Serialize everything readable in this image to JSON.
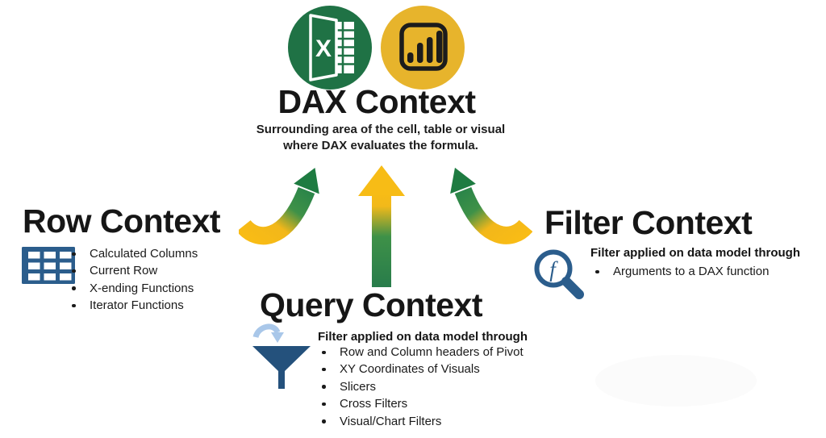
{
  "header": {
    "title": "DAX Context",
    "subtitle_line1": "Surrounding area of the cell, table or visual",
    "subtitle_line2": "where DAX evaluates the formula.",
    "excel_letter": "X",
    "icons": [
      "excel-icon",
      "power-bi-icon"
    ]
  },
  "sections": {
    "row": {
      "title": "Row Context",
      "icon": "table-grid-icon",
      "bullets": [
        "Calculated Columns",
        "Current Row",
        "X-ending Functions",
        "Iterator Functions"
      ]
    },
    "query": {
      "title": "Query Context",
      "icon": "funnel-icon",
      "lead": "Filter applied on data model through",
      "bullets": [
        "Row and Column headers of Pivot",
        "XY Coordinates of Visuals",
        "Slicers",
        "Cross Filters",
        "Visual/Chart Filters"
      ]
    },
    "filter": {
      "title": "Filter Context",
      "icon": "function-magnifier-icon",
      "function_letter": "f",
      "lead": "Filter applied on data model through",
      "bullets": [
        "Arguments to a DAX function"
      ]
    }
  },
  "colors": {
    "excel_green": "#1F7245",
    "powerbi_yellow": "#E7B42C",
    "arrow_yellow": "#F9BC15",
    "arrow_green": "#2B8549",
    "arrowhead_green": "#1E7B41",
    "icon_blue": "#2B5D8C",
    "funnel_blue": "#24517C",
    "funnel_arrow_blue": "#A9C7E9",
    "text": "#1A1A1A"
  }
}
